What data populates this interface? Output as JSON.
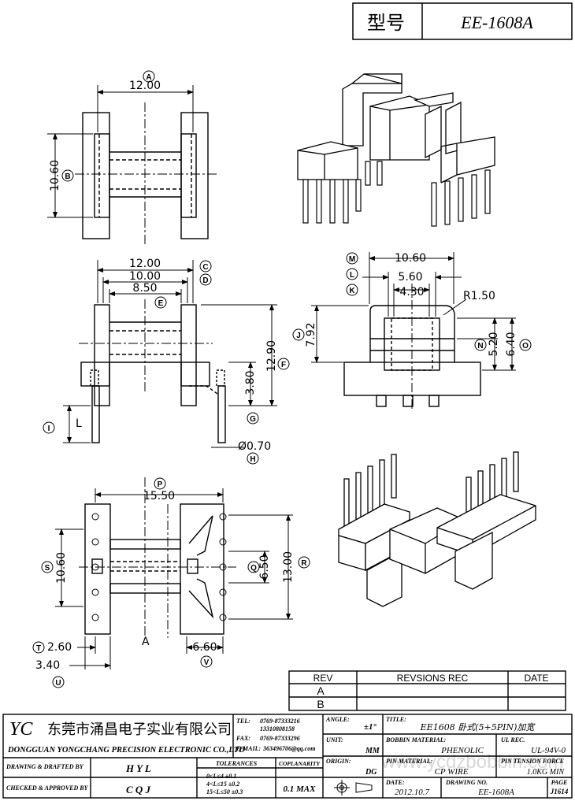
{
  "header": {
    "model_label": "型号",
    "model_value": "EE-1608A"
  },
  "dimensions": {
    "top_view": {
      "width": "12.00",
      "height": "10.60",
      "label_a": "A",
      "label_b": "B"
    },
    "front_view": {
      "w1": "12.00",
      "w2": "10.00",
      "w3": "8.50",
      "h_total": "12.90",
      "h_pin": "3.80",
      "pin_dia": "Ø0.70",
      "pin_len": "L",
      "label_c": "C",
      "label_d": "D",
      "label_e": "E",
      "label_f": "F",
      "label_g": "G",
      "label_h": "H",
      "label_i": "I"
    },
    "side_view": {
      "w1": "10.60",
      "w2": "5.60",
      "w3": "4.30",
      "radius": "R1.50",
      "h1": "7.92",
      "h2": "5.20",
      "h3": "6.40",
      "label_m": "M",
      "label_l": "L",
      "label_k": "K",
      "label_j": "J",
      "label_n": "N",
      "label_o": "O"
    },
    "bottom_view": {
      "width": "15.50",
      "height": "10.60",
      "h_inner": "6.50",
      "h_outer": "13.00",
      "pitch1": "2.60",
      "pitch2": "3.40",
      "pitch3": "6.60",
      "section": "A",
      "label_p": "P",
      "label_q": "Q",
      "label_r": "R",
      "label_s": "S",
      "label_t": "T",
      "label_u": "U",
      "label_v": "V"
    }
  },
  "revision_table": {
    "col_rev": "REV",
    "col_rec": "REVSIONS REC",
    "col_date": "DATE",
    "rows": [
      "A",
      "B"
    ]
  },
  "title_block": {
    "logo": "YC",
    "company_cn": "东莞市涌昌电子实业有限公司",
    "company_en": "DONGGUAN YONGCHANG PRECISION ELECTRONIC CO.,LTD",
    "tel_label": "TEL:",
    "tel1": "0769-87333216",
    "tel2": "13310808158",
    "fax_label": "FAX:",
    "fax": "0769-87333296",
    "email_label": "E-MAIL:",
    "email": "363496706@qq.com",
    "angle_label": "ANGLE:",
    "angle_value": "±1°",
    "title_label": "TITLE:",
    "title_value": "EE1608 卧式(5+5PIN)加宽",
    "unit_label": "UNIT:",
    "unit_value": "MM",
    "bobbin_label": "BOBBIN MATERIAL:",
    "bobbin_value": "PHENOLIC",
    "ul_label": "UL REC.",
    "ul_value": "UL-94V-0",
    "tolerances_label": "TOLERANCES",
    "tol1": "0<L≤4  ±0.1",
    "tol2": "4<L≤15  ±0.2",
    "tol3": "15<L≤50  ±0.3",
    "origin_label": "ORIGIN:",
    "origin_value": "DG",
    "pin_label": "PIN MATERIAL:",
    "pin_value": "CP WIRE",
    "tension_label": "PIN TENSION FORCE",
    "tension_value": "1.0KG MIN",
    "coplanarity_label": "COPLANARITY",
    "coplanarity_value": "0.1 MAX",
    "drawing_label": "DRAWING & DRAFTED BY",
    "drawing_value": "H Y L",
    "checked_label": "CHECKED & APPROVED BY",
    "checked_value": "C Q J",
    "date_label": "DATE:",
    "date_value": "2012.10.7",
    "dwg_label": "DRAWING NO.",
    "dwg_value": "EE-1608A",
    "page_label": "PAGE",
    "page_value": "J1614"
  },
  "watermark": "www.ycdzbobbin.com"
}
